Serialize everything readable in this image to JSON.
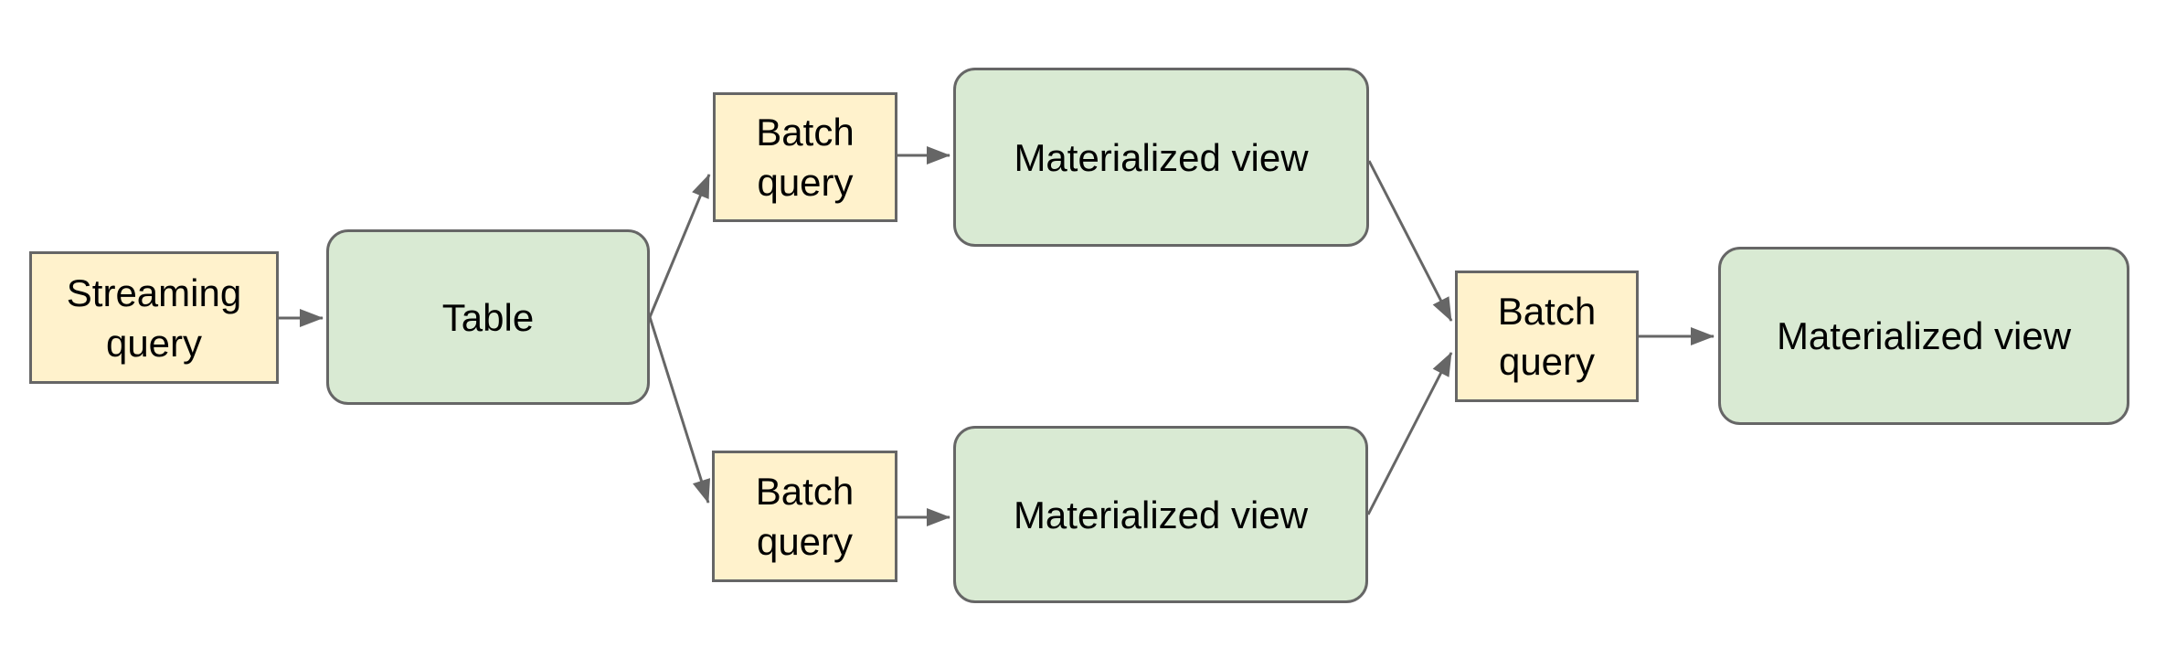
{
  "diagram": {
    "nodes": [
      {
        "id": "streaming-query",
        "label": "Streaming query",
        "kind": "query"
      },
      {
        "id": "table",
        "label": "Table",
        "kind": "storage"
      },
      {
        "id": "batch-query-top",
        "label": "Batch query",
        "kind": "query"
      },
      {
        "id": "materialized-view-top",
        "label": "Materialized view",
        "kind": "storage"
      },
      {
        "id": "batch-query-bottom",
        "label": "Batch query",
        "kind": "query"
      },
      {
        "id": "materialized-view-bottom",
        "label": "Materialized view",
        "kind": "storage"
      },
      {
        "id": "batch-query-right",
        "label": "Batch query",
        "kind": "query"
      },
      {
        "id": "materialized-view-right",
        "label": "Materialized view",
        "kind": "storage"
      }
    ],
    "edges": [
      {
        "from": "streaming-query",
        "to": "table"
      },
      {
        "from": "table",
        "to": "batch-query-top"
      },
      {
        "from": "table",
        "to": "batch-query-bottom"
      },
      {
        "from": "batch-query-top",
        "to": "materialized-view-top"
      },
      {
        "from": "batch-query-bottom",
        "to": "materialized-view-bottom"
      },
      {
        "from": "materialized-view-top",
        "to": "batch-query-right"
      },
      {
        "from": "materialized-view-bottom",
        "to": "batch-query-right"
      },
      {
        "from": "batch-query-right",
        "to": "materialized-view-right"
      }
    ],
    "colors": {
      "query_node_fill": "#fff2cc",
      "storage_node_fill": "#d9ead3",
      "node_border": "#666666",
      "arrow": "#666666",
      "label_text": "#000000",
      "background": "#ffffff"
    }
  }
}
